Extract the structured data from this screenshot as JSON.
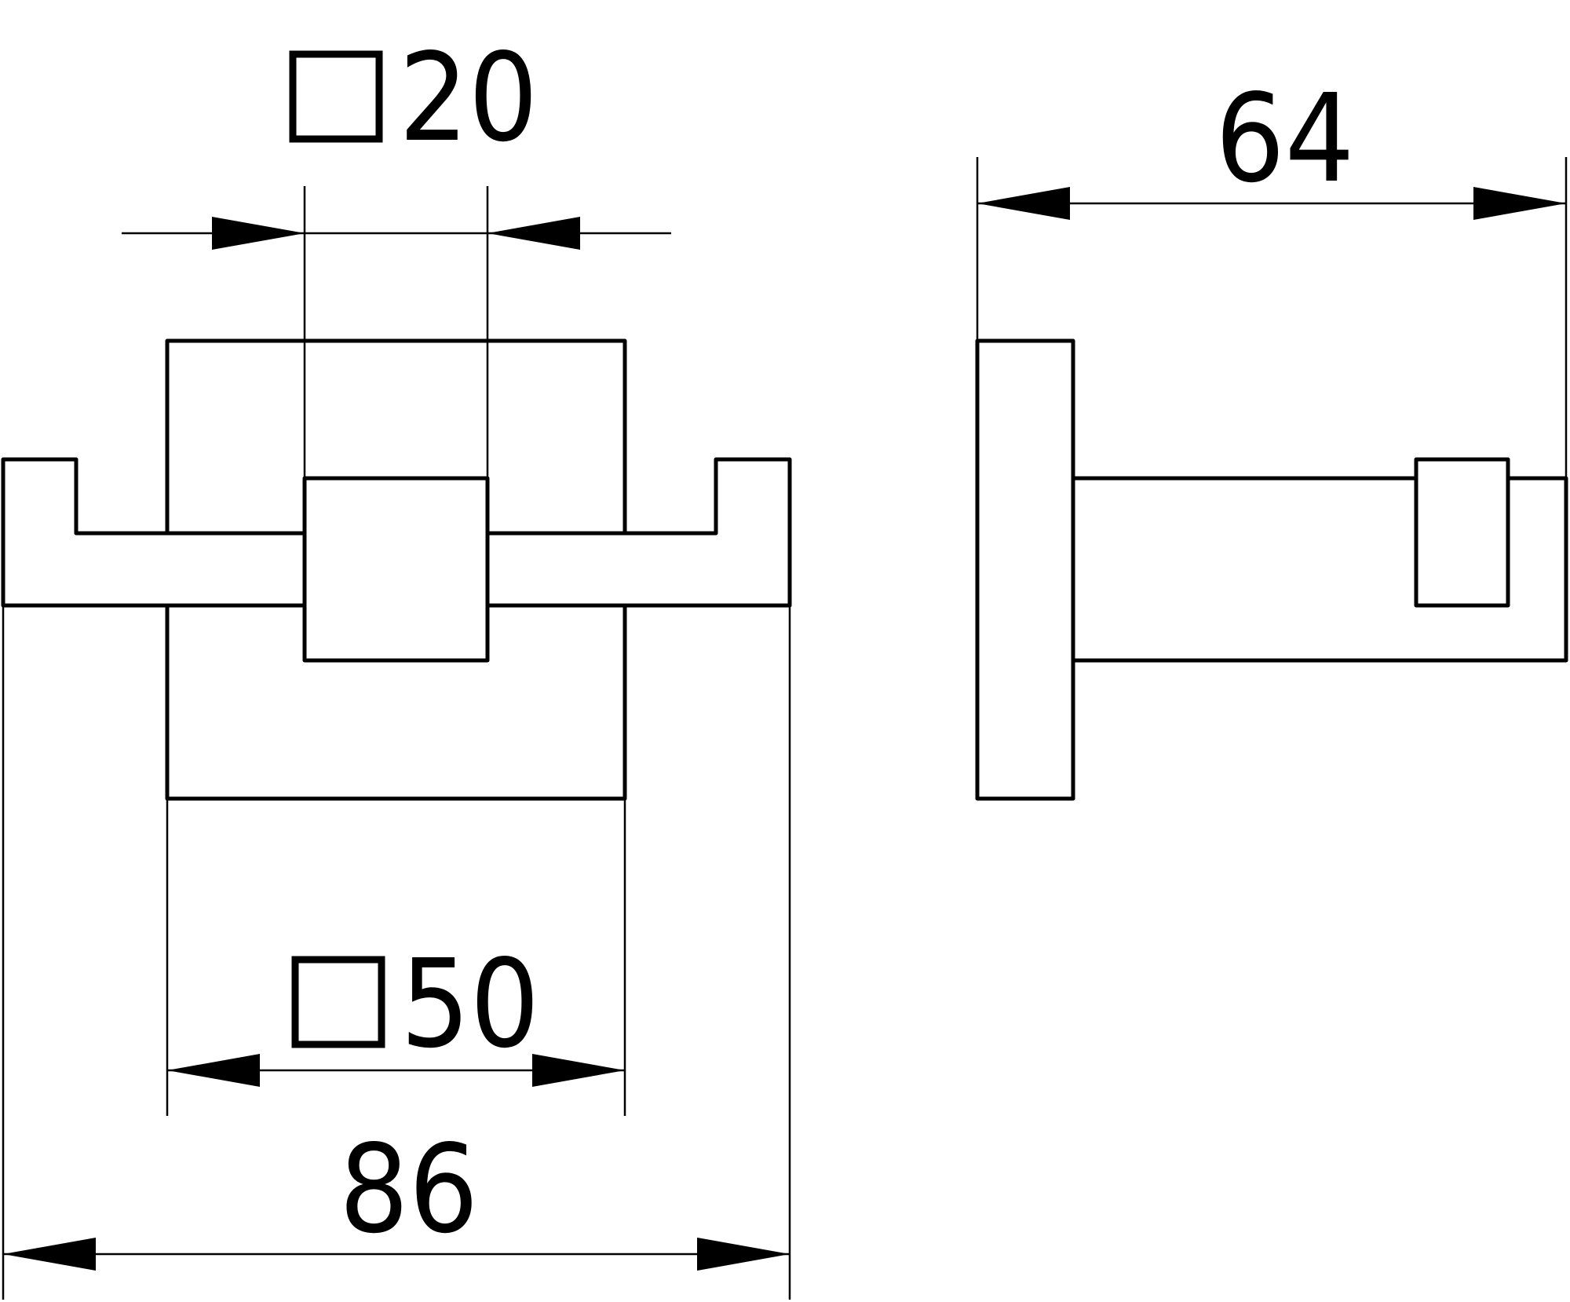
{
  "dimensions": {
    "rod_square": {
      "symbol": "□",
      "value": "20"
    },
    "plate_square": {
      "symbol": "□",
      "value": "50"
    },
    "overall_width": {
      "value": "86"
    },
    "side_depth": {
      "value": "64"
    }
  },
  "colors": {
    "line": "#000000",
    "background": "#ffffff"
  }
}
